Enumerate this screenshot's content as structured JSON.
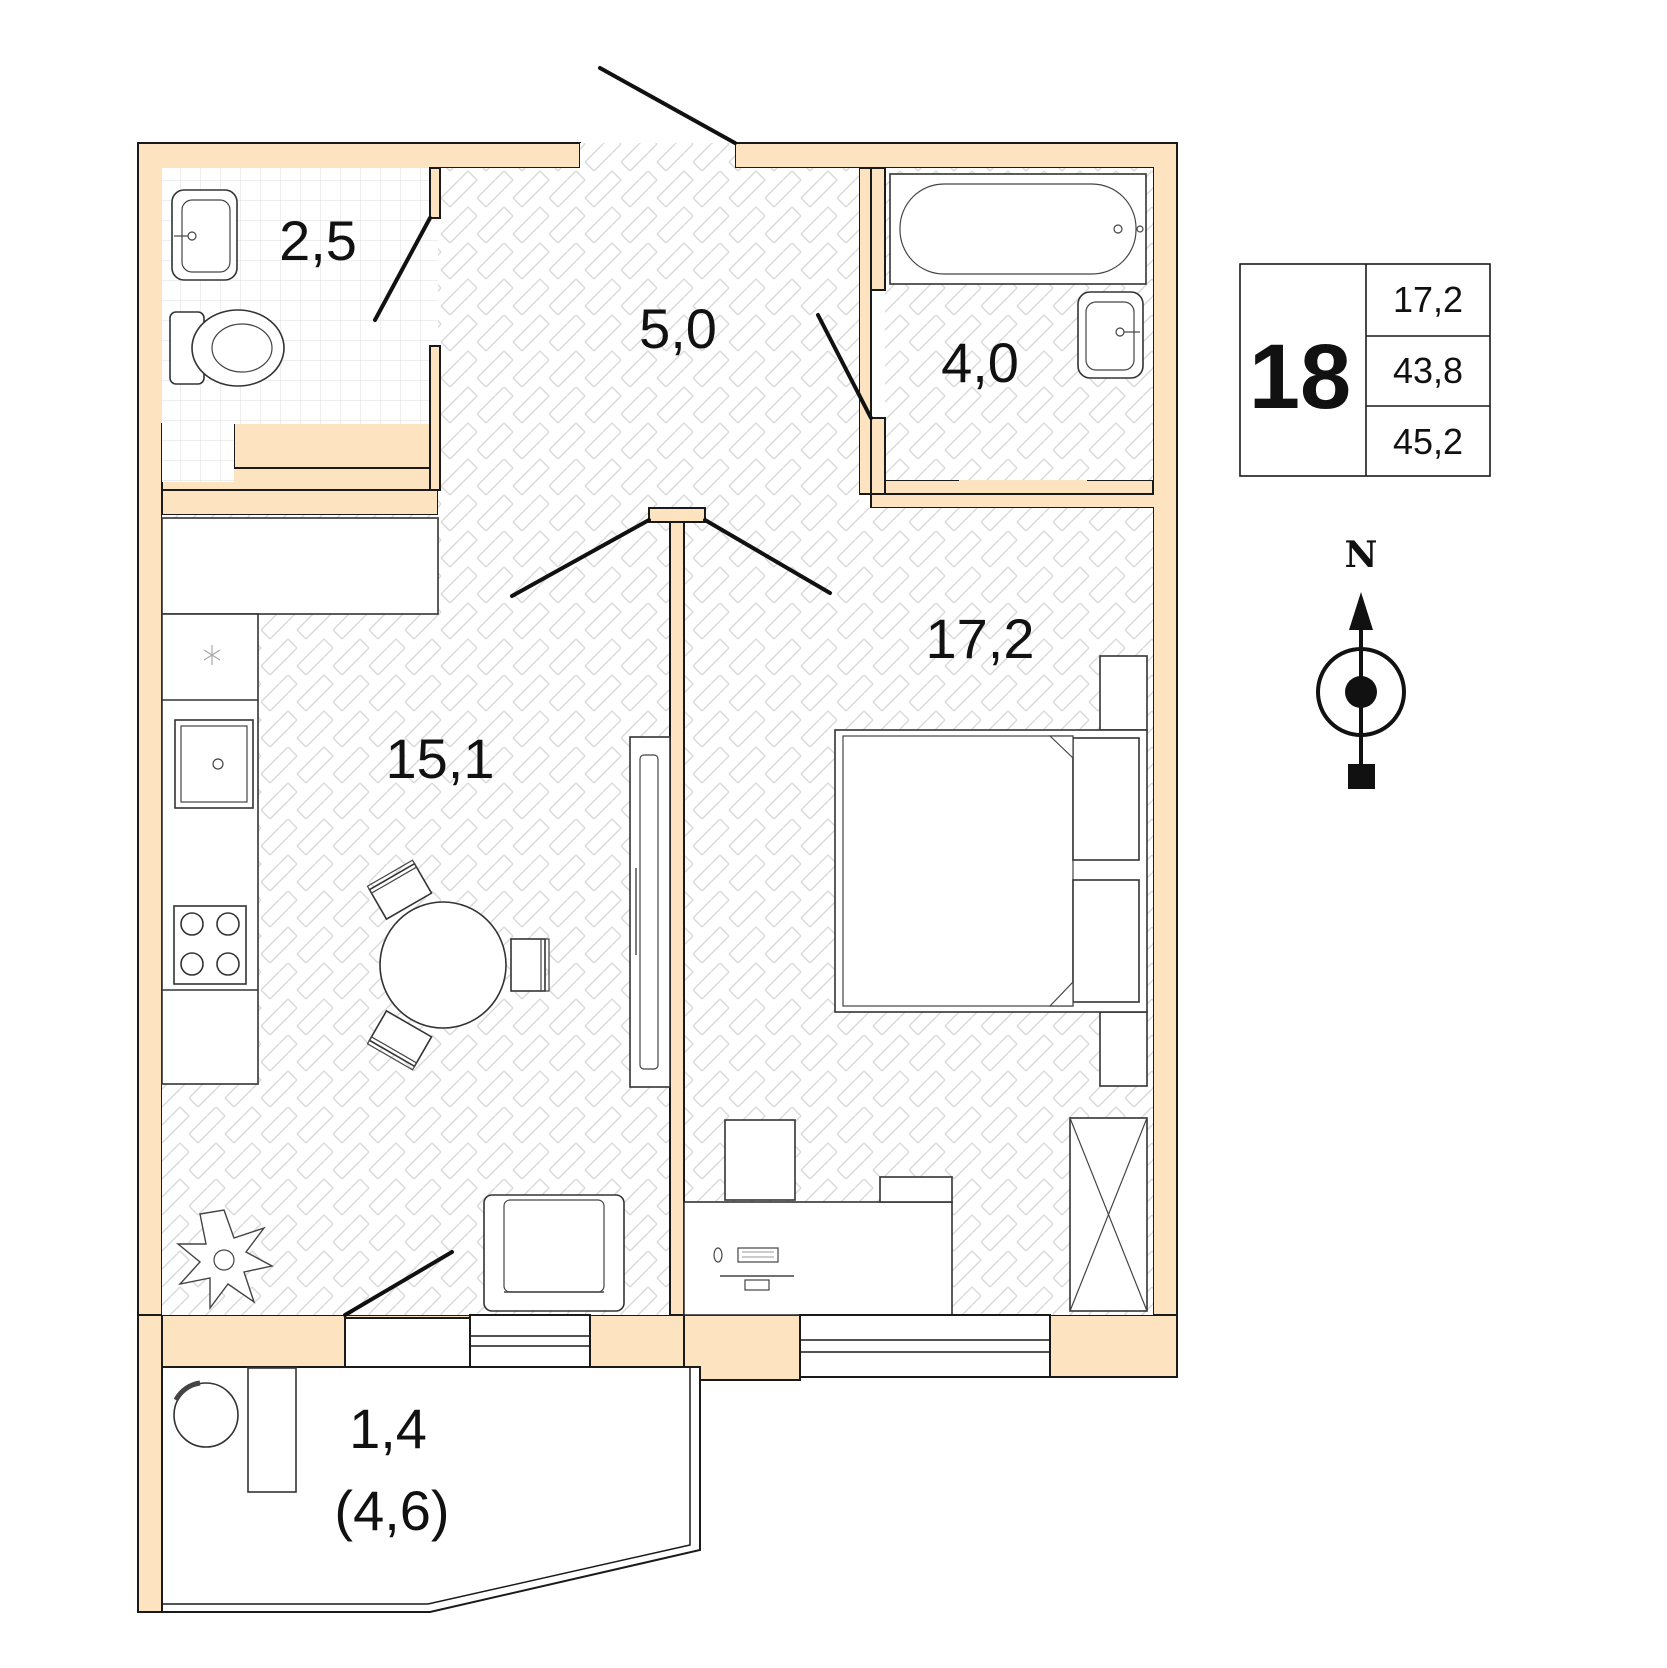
{
  "rooms": {
    "wc": "2,5",
    "hall": "5,0",
    "bath": "4,0",
    "kitchen": "15,1",
    "bedroom": "17,2",
    "balcony": "1,4",
    "balcony_full": "(4,6)"
  },
  "info": {
    "apartment_number": "18",
    "living_area": "17,2",
    "total_area": "43,8",
    "total_area_with_balcony": "45,2"
  },
  "compass": {
    "label": "N"
  },
  "colors": {
    "wall": "#fde3bf",
    "outline": "#1a1a1a"
  }
}
